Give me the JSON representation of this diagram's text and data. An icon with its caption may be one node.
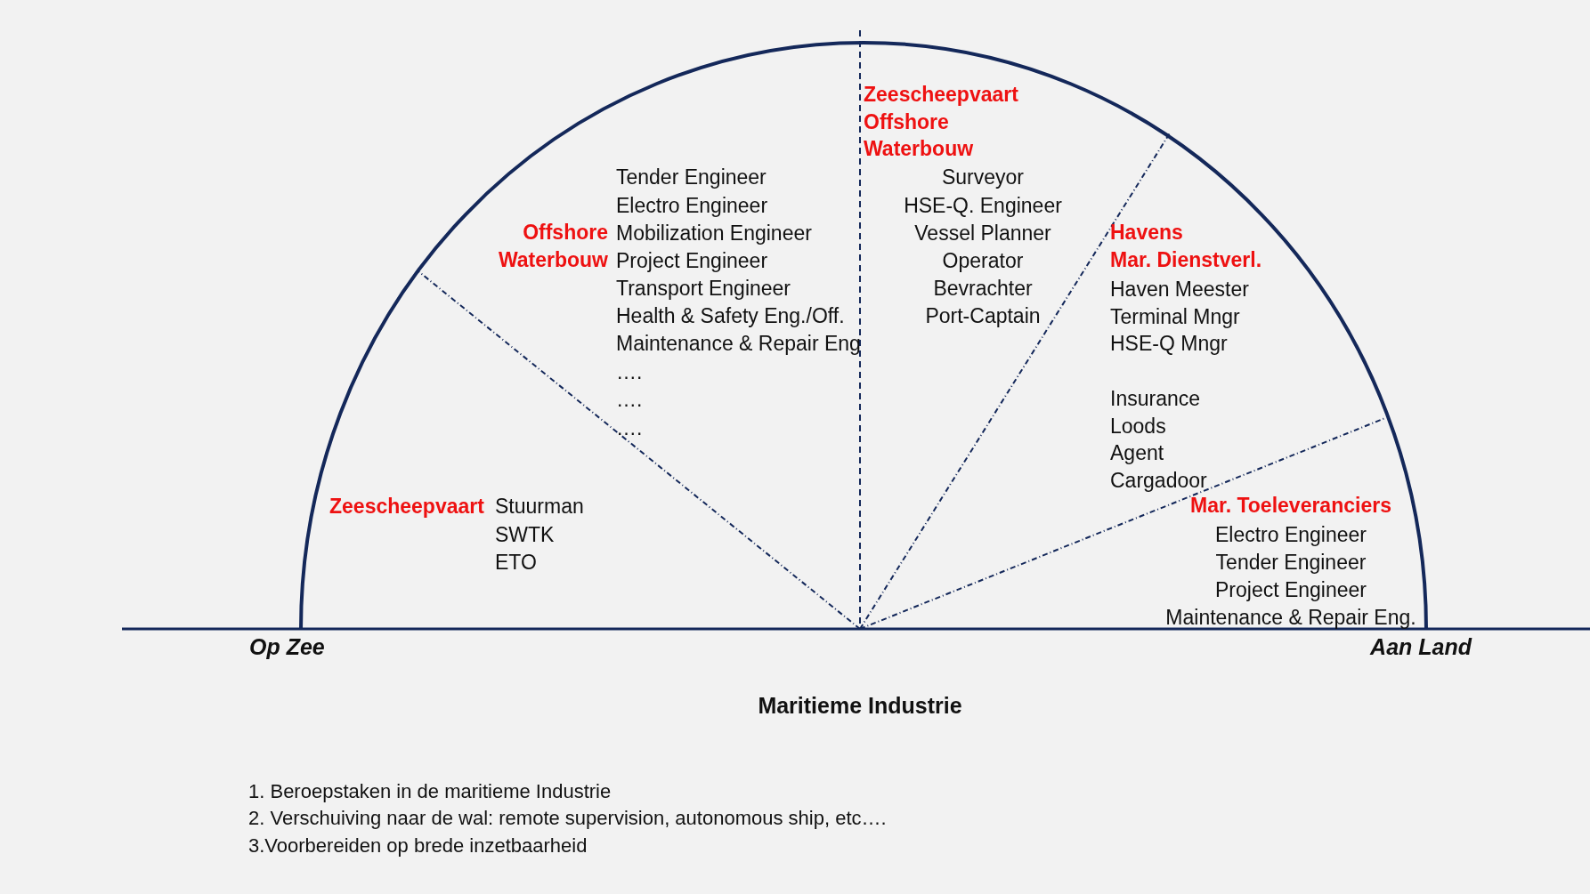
{
  "diagram": {
    "title": "Maritieme Industrie",
    "labels": [
      "Zeescheepvaart",
      "Offshore",
      "Waterbouw",
      "Tender Engineer",
      "Electro Engineer",
      "Mobilization Engineer",
      "Project Engineer",
      "Transport Engineer",
      "Health & Safety Eng./Off.",
      "Maintenance & Repair Eng",
      "….",
      "….",
      "….",
      "Surveyor",
      "HSE-Q. Engineer",
      "Vessel Planner",
      "Operator",
      "Bevrachter",
      "Port-Captain",
      "Offshore",
      "Waterbouw",
      "Havens",
      "Mar. Dienstverl.",
      "Haven Meester",
      "Terminal Mngr",
      "HSE-Q Mngr",
      "Insurance",
      "Loods",
      "Agent",
      "Cargadoor",
      "Zeescheepvaart",
      "Stuurman",
      "SWTK",
      "ETO",
      "Mar. Toeleveranciers",
      "Electro Engineer",
      "Tender Engineer",
      "Project Engineer",
      "Maintenance & Repair Eng.",
      "Op Zee",
      "Aan Land",
      "1. Beroepstaken in de maritieme Industrie",
      "2. Verschuiving naar de wal: remote supervision, autonomous ship, etc….",
      "3.Voorbereiden op brede inzetbaarheid"
    ]
  }
}
